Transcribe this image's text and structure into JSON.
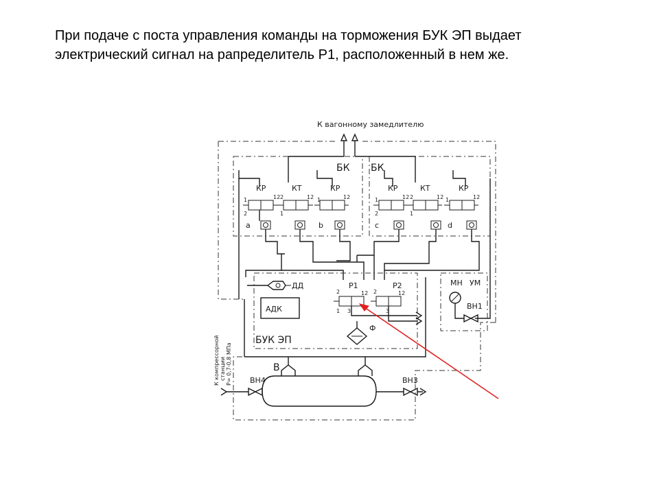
{
  "caption": {
    "line1": "При подаче с поста управления команды на торможения  БУК ЭП выдает",
    "line2": "электрический сигнал  на  рапределитель Р1, расположенный в нем же."
  },
  "diagram": {
    "top_label": "К вагонному замедлителю",
    "bk_left": "БК",
    "bk_right": "БК",
    "valve_kr": "КР",
    "valve_kt": "КТ",
    "port_a": "a",
    "port_b": "b",
    "port_c": "c",
    "port_d": "d",
    "p1": "Р1",
    "p2": "Р2",
    "dd": "ДД",
    "adk": "АДК",
    "buk": "БУК ЭП",
    "mn": "МН",
    "um": "УМ",
    "vn1": "ВН1",
    "vn3": "ВН3",
    "vn4": "ВН4",
    "v": "В",
    "f": "Ф",
    "compressor_line1": "К компрессорной",
    "compressor_line2": "станции",
    "compressor_line3": "Р= 0,7-0,8 МПа",
    "num1": "1",
    "num2": "2",
    "num3": "3",
    "num12": "12"
  },
  "annotation": {
    "arrow_color": "#e02020"
  }
}
